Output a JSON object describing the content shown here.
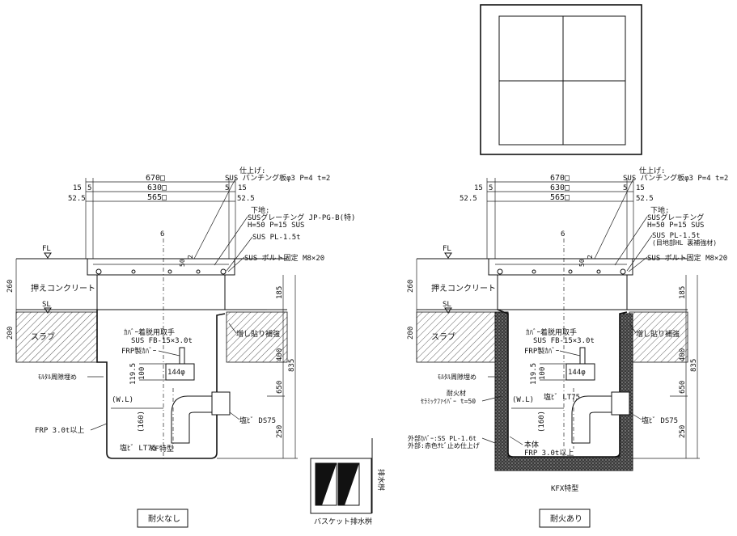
{
  "left_view": {
    "caption": "耐火なし",
    "dims": {
      "outer": "670□",
      "middle": "630□",
      "inner": "565□",
      "side_15": "15",
      "side_5": "5",
      "side_52_5": "52.5",
      "h_260": "260",
      "h_200": "200",
      "h_185": "185",
      "h_400": "400",
      "h_650": "650",
      "h_835": "835",
      "h_250": "250",
      "h_119_5": "119.5",
      "h_100": "100",
      "h_160": "(160)",
      "w_144": "144φ",
      "v_50": "50",
      "v_2": "2",
      "v_6": "6"
    },
    "labels": {
      "finish": "仕上げ:",
      "punching": "SUS パンチング板φ3 P=4 t=2",
      "lower_material": "下地:",
      "grating": "SUSグレーチング JP-PG-B(特)",
      "grating_spec": "H=50 P=15 SUS",
      "pl": "SUS PL-1.5t",
      "bolt": "SUS ボルト固定 M8×20",
      "fl": "FL",
      "sl": "SL",
      "concrete": "押えコンクリート",
      "slab": "スラブ",
      "mortar": "ﾓﾙﾀﾙ周隙埋め",
      "handle": "ｶﾊﾞｰ着脱用取手",
      "handle_spec": "SUS FB-15×3.0t",
      "frp_cover": "FRP製ｶﾊﾞｰ",
      "reinforce": "増し貼り補強",
      "wl": "(W.L)",
      "frp_body": "FRP 3.0t以上",
      "pipe_lt": "塩ﾋﾞ LT75",
      "pipe_ds": "塩ﾋﾞ DS75",
      "model": "KF特型"
    }
  },
  "right_view": {
    "caption": "耐火あり",
    "dims": {
      "outer": "670□",
      "middle": "630□",
      "inner": "565□",
      "side_15": "15",
      "side_5": "5",
      "side_52_5": "52.5",
      "h_260": "260",
      "h_200": "200",
      "h_185": "185",
      "h_400": "400",
      "h_650": "650",
      "h_835": "835",
      "h_250": "250",
      "h_119_5": "119.5",
      "h_100": "100",
      "h_160": "(160)",
      "w_144": "144φ",
      "v_50": "50",
      "v_2": "2",
      "v_6": "6"
    },
    "labels": {
      "finish": "仕上げ:",
      "punching": "SUS パンチング板φ3 P=4 t=2",
      "lower_material": "下地:",
      "grating": "SUSグレーチング",
      "grating_spec": "H=50 P=15 SUS",
      "pl": "SUS PL-1.5t",
      "pl_note": "(目地部HL 裏補強材)",
      "bolt": "SUS ボルト固定 M8×20",
      "fl": "FL",
      "sl": "SL",
      "concrete": "押えコンクリート",
      "slab": "スラブ",
      "mortar": "ﾓﾙﾀﾙ周隙埋め",
      "fireproof": "耐火材",
      "ceramic": "ｾﾗﾐｯｸﾌｧｲﾊﾞｰ t=50",
      "handle": "ｶﾊﾞｰ着脱用取手",
      "handle_spec": "SUS FB-15×3.0t",
      "frp_cover": "FRP製ｶﾊﾞｰ",
      "reinforce": "増し貼り補強",
      "wl": "(W.L)",
      "outer_cover": "外部ｶﾊﾞｰ:SS PL-1.6t",
      "outer_finish": "外部:赤色ｻﾋﾞ止め仕上げ",
      "body": "本体",
      "frp_body": "FRP 3.0t以上",
      "pipe_lt": "塩ﾋﾞ LT75",
      "pipe_ds": "塩ﾋﾞ DS75",
      "model": "KFX特型"
    }
  },
  "basket": {
    "caption": "バスケット排水桝",
    "side_label": "排水桝"
  }
}
